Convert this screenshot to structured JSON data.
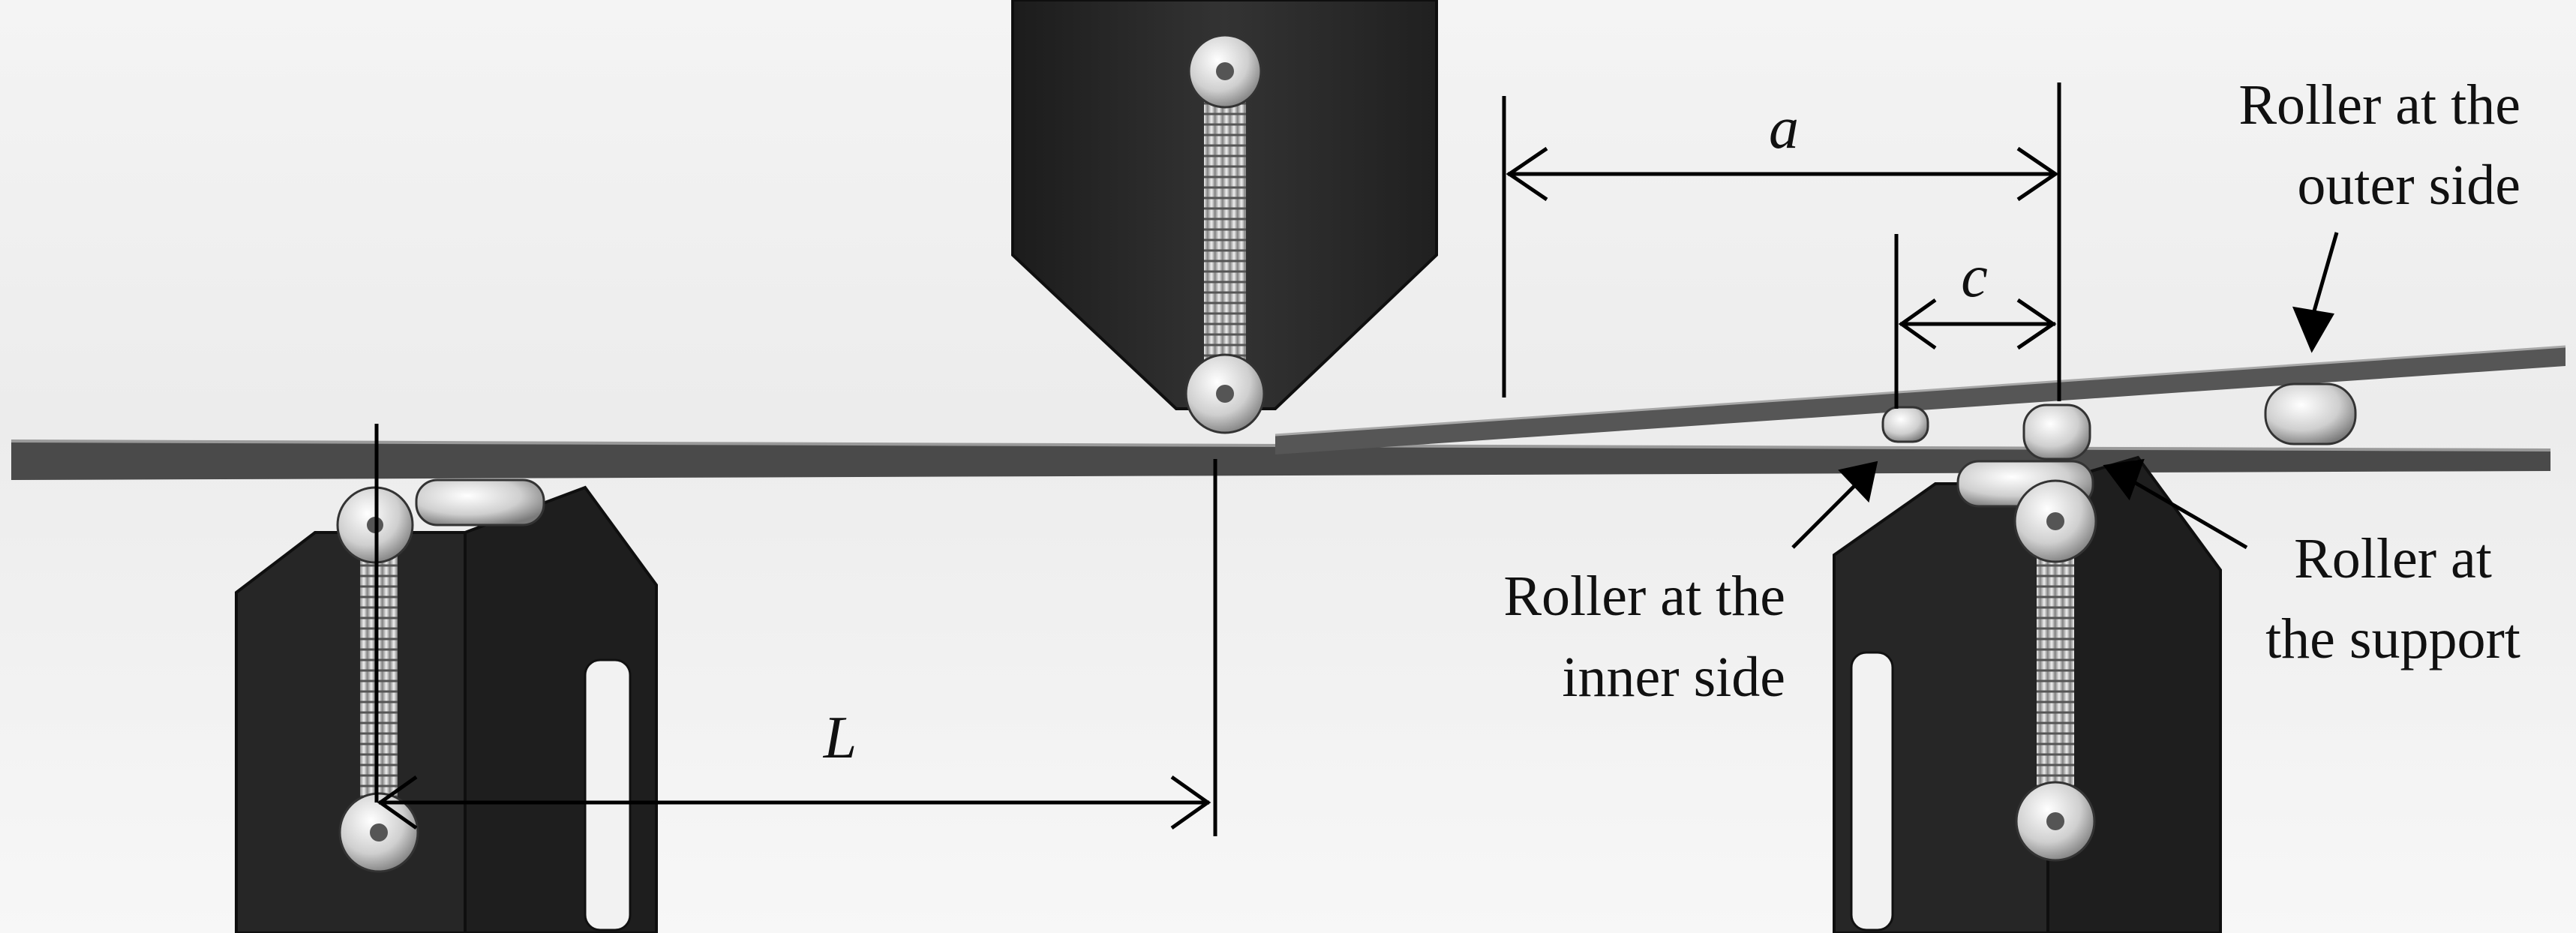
{
  "labels": {
    "roller_outer": [
      "Roller at the",
      "outer side"
    ],
    "roller_inner": [
      "Roller at the",
      "inner side"
    ],
    "roller_support": [
      "Roller at",
      "the support"
    ]
  },
  "dimensions": {
    "a": "a",
    "c": "c",
    "L": "L"
  },
  "colors": {
    "background": "#ffffff",
    "fixture": "#2a2a2a",
    "fixture_edge": "#0f0f0f",
    "beam": "#4a4a4a",
    "metal": "#d8d8d8",
    "line": "#000000"
  }
}
